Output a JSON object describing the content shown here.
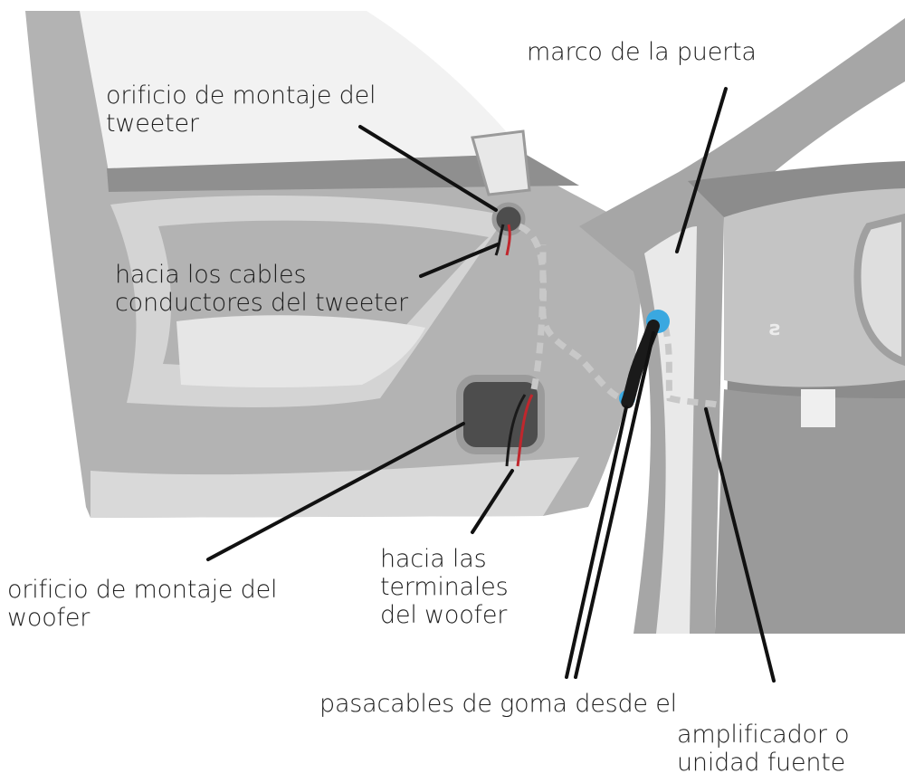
{
  "labels": {
    "door_frame": "marco de la puerta",
    "tweeter_mount_hole": "orificio de montaje del\ntweeter",
    "to_tweeter_leads": "hacia los cables\nconductores del tweeter",
    "woofer_mount_hole": "orificio de montaje del\nwoofer",
    "to_woofer_terminals": "hacia las\nterminales\ndel woofer",
    "rubber_grommet": "pasacables de goma desde el",
    "amp_or_head_unit": "amplificador o\nunidad fuente"
  },
  "colors": {
    "body_grey": "#b3b3b3",
    "light_grey": "#d4d4d4",
    "dark_grey": "#4d4d4d",
    "grommet_blue": "#3aa8e0",
    "wire_red": "#c0272d",
    "wire_black": "#1a1a1a",
    "dashed_route": "#c8c8c8"
  }
}
